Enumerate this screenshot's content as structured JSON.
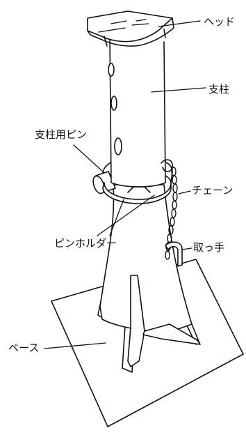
{
  "labels": {
    "head": "ヘッド",
    "column": "支柱",
    "pin": "支柱用ピン",
    "chain": "チェーン",
    "pin_holder": "ピンホルダー",
    "handle": "取っ手",
    "base": "ベース"
  },
  "colors": {
    "line": "#111111",
    "background": "#ffffff"
  }
}
